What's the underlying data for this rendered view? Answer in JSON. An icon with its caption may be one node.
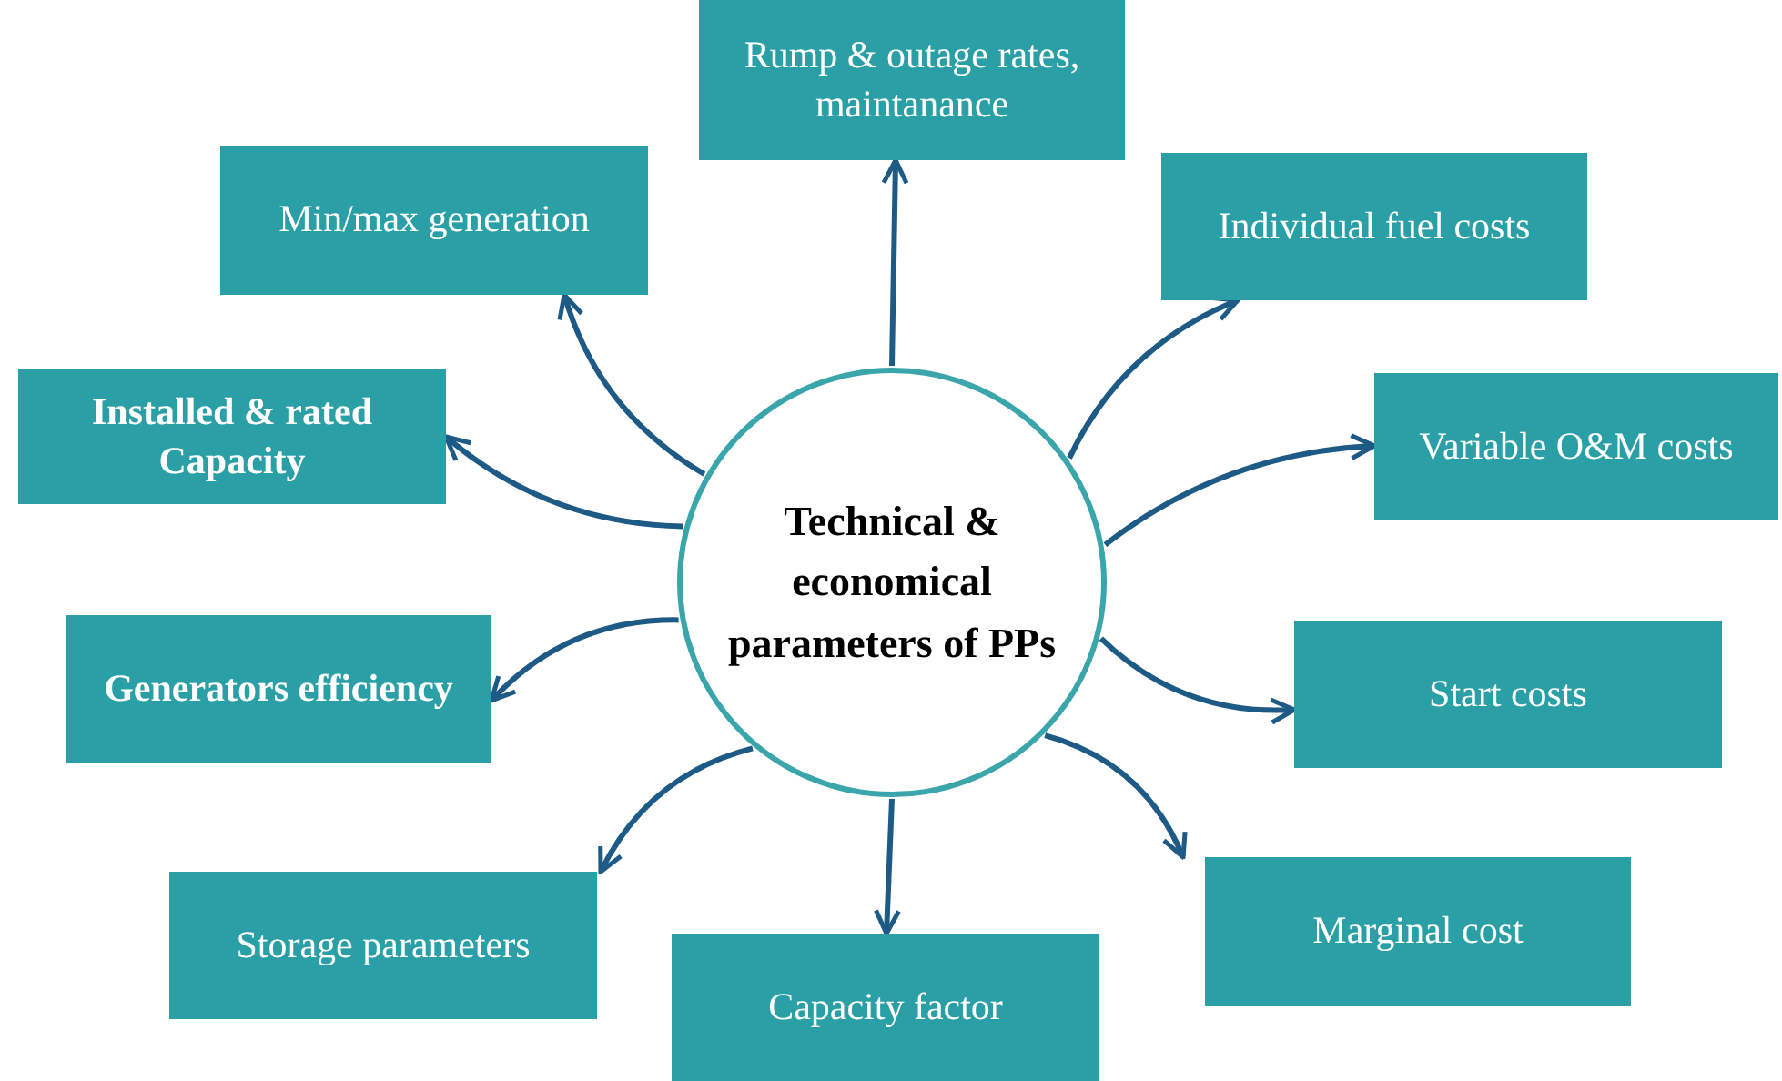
{
  "diagram": {
    "nodes": [
      {
        "text": [
          "Technical & economical parameters of PPs"
        ]
      },
      {
        "text": [
          "Rump & outage rates, maintanance"
        ]
      },
      {
        "text": [
          "Min/max generation"
        ]
      },
      {
        "text": [
          "Individual fuel costs"
        ]
      },
      {
        "text": [
          "Installed & rated Capacity"
        ]
      },
      {
        "text": [
          "Variable O&M costs"
        ]
      },
      {
        "text": [
          "Generators efficiency"
        ]
      },
      {
        "text": [
          "Start costs"
        ]
      },
      {
        "text": [
          "Storage parameters"
        ]
      },
      {
        "text": [
          "Marginal cost"
        ]
      },
      {
        "text": [
          "Capacity factor"
        ]
      }
    ],
    "edges": [
      {
        "from": 0,
        "to": 1,
        "arrow": "to"
      },
      {
        "from": 0,
        "to": 2,
        "arrow": "to"
      },
      {
        "from": 0,
        "to": 3,
        "arrow": "to"
      },
      {
        "from": 0,
        "to": 4,
        "arrow": "to"
      },
      {
        "from": 0,
        "to": 5,
        "arrow": "to"
      },
      {
        "from": 0,
        "to": 6,
        "arrow": "to"
      },
      {
        "from": 0,
        "to": 7,
        "arrow": "to"
      },
      {
        "from": 0,
        "to": 8,
        "arrow": "to"
      },
      {
        "from": 0,
        "to": 9,
        "arrow": "to"
      },
      {
        "from": 0,
        "to": 10,
        "arrow": "to"
      }
    ]
  }
}
